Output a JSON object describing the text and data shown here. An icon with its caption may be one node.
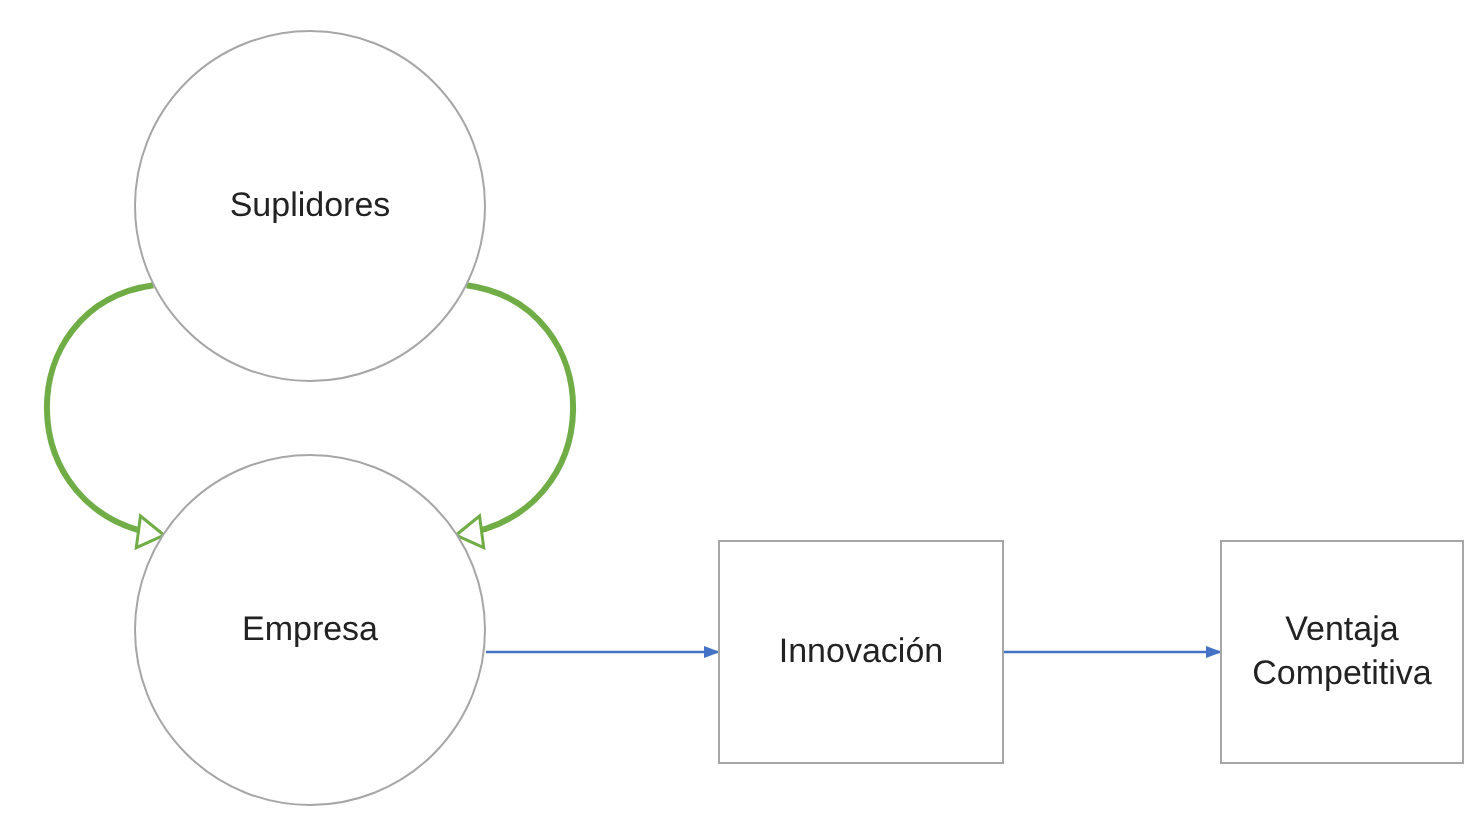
{
  "diagram": {
    "nodes": [
      {
        "text": [
          "Suplidores"
        ]
      },
      {
        "text": [
          "Empresa"
        ]
      },
      {
        "text": [
          "Innovación"
        ]
      },
      {
        "text": [
          "Ventaja Competitiva"
        ]
      }
    ],
    "edges": [
      {
        "from": 0,
        "to": 1,
        "arrow": "to",
        "style": "thick",
        "color": "#70ad47"
      },
      {
        "from": 0,
        "to": 1,
        "arrow": "to",
        "style": "thick",
        "color": "#70ad47"
      },
      {
        "from": 1,
        "to": 2,
        "arrow": "to",
        "color": "#4472c4"
      },
      {
        "from": 2,
        "to": 3,
        "arrow": "to",
        "color": "#4472c4"
      }
    ]
  }
}
